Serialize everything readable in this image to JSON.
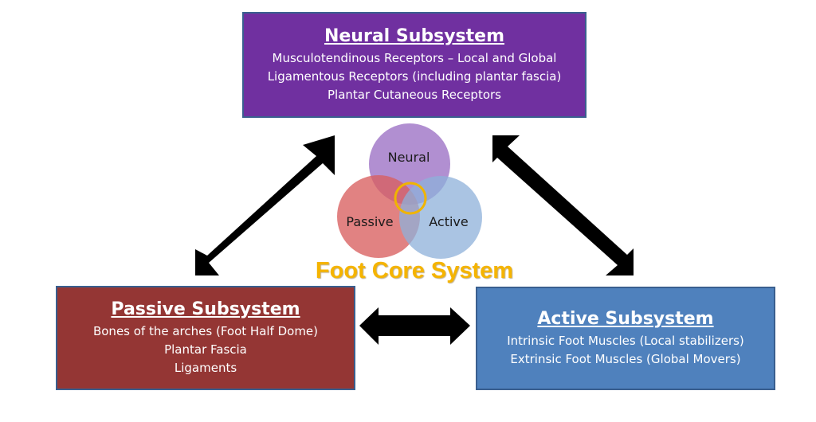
{
  "diagram": {
    "title": "Foot Core System",
    "neural": {
      "title": "Neural Subsystem",
      "lines": [
        "Musculotendinous Receptors – Local and Global",
        "Ligamentous Receptors (including plantar fascia)",
        "Plantar Cutaneous Receptors"
      ],
      "color": "#7030a0"
    },
    "passive": {
      "title": "Passive Subsystem",
      "lines": [
        "Bones of the arches (Foot Half Dome)",
        "Plantar Fascia",
        "Ligaments"
      ],
      "color": "#943634"
    },
    "active": {
      "title": "Active Subsystem",
      "lines": [
        "Intrinsic Foot Muscles (Local stabilizers)",
        "Extrinsic Foot Muscles (Global Movers)"
      ],
      "color": "#4f81bd"
    },
    "venn": {
      "labels": [
        "Neural",
        "Passive",
        "Active"
      ],
      "colors": {
        "neural": "#9b6fc4",
        "passive": "#d95f5f",
        "active": "#8eb0da",
        "center_ring": "#f0b400"
      }
    },
    "title_color": "#f5b400",
    "arrow_color": "#000000"
  }
}
